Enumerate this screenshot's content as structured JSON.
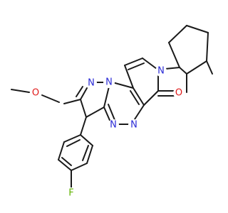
{
  "colors": {
    "bond": "#1a1a1a",
    "nitrogen": "#2a2ad6",
    "oxygen": "#e01a1a",
    "fluorine": "#5fb300"
  },
  "atoms": {
    "methoxy_o": {
      "label": "O",
      "element": "oxygen"
    },
    "pyrazole_n2": {
      "label": "N",
      "element": "nitrogen"
    },
    "pyrazole_n1": {
      "label": "N",
      "element": "nitrogen"
    },
    "triazine_n5": {
      "label": "N",
      "element": "nitrogen"
    },
    "triazine_n6": {
      "label": "N",
      "element": "nitrogen"
    },
    "pyridinone_n": {
      "label": "N",
      "element": "nitrogen"
    },
    "carbonyl_o": {
      "label": "O",
      "element": "oxygen"
    },
    "fluoro": {
      "label": "F",
      "element": "fluorine"
    }
  }
}
